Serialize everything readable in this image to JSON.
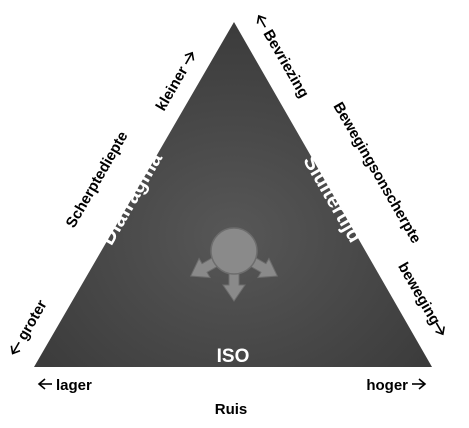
{
  "colors": {
    "triangle_dark": "#3c3c3c",
    "triangle_mid": "#575757",
    "center_fill": "#8a8a8a",
    "center_stroke": "#6d6d6d",
    "inner_text": "#ffffff",
    "outer_text": "#000000"
  },
  "inner": {
    "left": "Diafragma",
    "right": "Sluitertijd",
    "bottom": "ISO"
  },
  "left_side": {
    "top_label": "kleiner",
    "middle_label": "Scherptediepte",
    "bottom_label": "groter"
  },
  "right_side": {
    "top_label": "Bevriezing",
    "middle_label": "Bewegingsonscherpte",
    "bottom_label": "beweging"
  },
  "bottom_side": {
    "left_label": "lager",
    "right_label": "hoger",
    "middle_label": "Ruis"
  },
  "icons": {
    "center": "three-arrow-hub-icon",
    "arrow_left": "arrow-left-icon",
    "arrow_right": "arrow-right-icon"
  }
}
